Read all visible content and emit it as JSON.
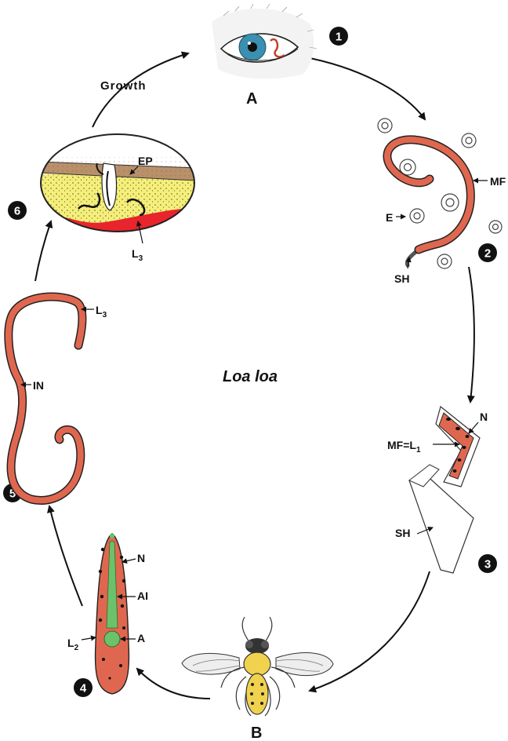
{
  "title": "Loa loa",
  "growth_label": "Growth",
  "hosts": {
    "human": "A",
    "fly": "B"
  },
  "stages": [
    "1",
    "2",
    "3",
    "4",
    "5",
    "6"
  ],
  "labels": {
    "ep": "EP",
    "l3_skin": "L",
    "l3_skin_sub": "3",
    "mf": "MF",
    "e": "E",
    "sh_mf": "SH",
    "n_l1": "N",
    "mf_l1": "MF=L",
    "mf_l1_sub": "1",
    "sh_l1": "SH",
    "n_l2": "N",
    "ai": "AI",
    "a": "A",
    "l2": "L",
    "l2_sub": "2",
    "l3_worm": "L",
    "l3_worm_sub": "3",
    "in": "IN"
  },
  "colors": {
    "worm": "#e0674f",
    "worm_outline": "#222222",
    "intestine": "#6cc26a",
    "skin_yellow": "#f4ef7a",
    "blood_red": "#e8242c",
    "skin_brown": "#b8916a",
    "eye_iris": "#3b8fb0",
    "fly_yellow": "#f1d24e"
  }
}
